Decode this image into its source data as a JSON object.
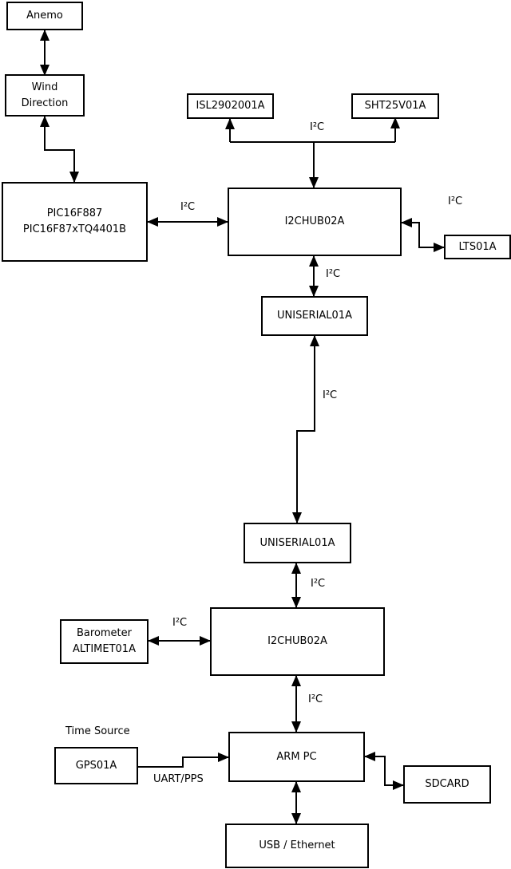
{
  "diagram": {
    "nodes": {
      "anemo": {
        "label": "Anemo"
      },
      "wind_direction": {
        "label": "Wind\nDirection"
      },
      "pic": {
        "label": "PIC16F887\nPIC16F87xTQ4401B"
      },
      "isl": {
        "label": "ISL2902001A"
      },
      "sht": {
        "label": "SHT25V01A"
      },
      "i2chub_top": {
        "label": "I2CHUB02A"
      },
      "lts": {
        "label": "LTS01A"
      },
      "uniserial_top": {
        "label": "UNISERIAL01A"
      },
      "uniserial_bottom": {
        "label": "UNISERIAL01A"
      },
      "i2chub_bottom": {
        "label": "I2CHUB02A"
      },
      "barometer": {
        "label": "Barometer\nALTIMET01A"
      },
      "gps": {
        "label": "GPS01A"
      },
      "arm_pc": {
        "label": "ARM PC"
      },
      "sdcard": {
        "label": "SDCARD"
      },
      "usb_ethernet": {
        "label": "USB / Ethernet"
      }
    },
    "edge_labels": {
      "sensor_bus": "I²C",
      "pic_hub": "I²C",
      "hub_lts": "I²C",
      "hub_uniserial": "I²C",
      "uniserial_link": "I²C",
      "uniserial_hub2": "I²C",
      "barometer_hub2": "I²C",
      "hub2_armpc": "I²C",
      "gps_armpc": "UART/PPS"
    },
    "annotations": {
      "time_source": "Time Source"
    },
    "colors": {
      "line": "#000000",
      "box_fill": "#ffffff",
      "text": "#000000",
      "background": "#ffffff"
    }
  }
}
